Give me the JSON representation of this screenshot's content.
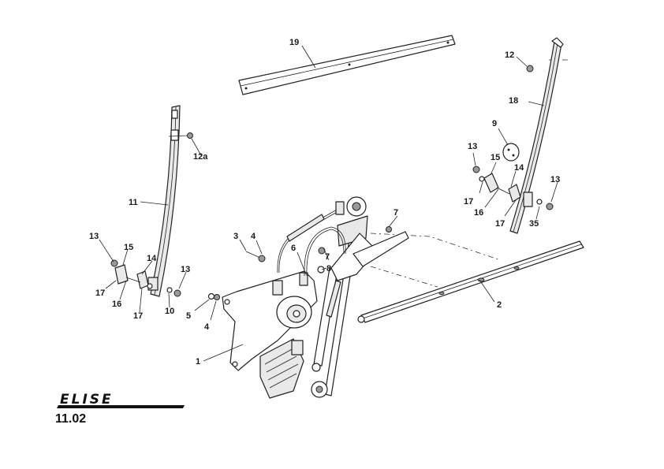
{
  "diagram": {
    "labels": {
      "p1": "1",
      "p2": "2",
      "p3": "3",
      "p4a": "4",
      "p4b": "4",
      "p5": "5",
      "p6": "6",
      "p7a": "7",
      "p7b": "7",
      "p8": "8",
      "p9": "9",
      "p10": "10",
      "p11": "11",
      "p12": "12",
      "p12a": "12a",
      "p13a": "13",
      "p13b": "13",
      "p13c": "13",
      "p13d": "13",
      "p14a": "14",
      "p14b": "14",
      "p15a": "15",
      "p15b": "15",
      "p16a": "16",
      "p16b": "16",
      "p17a": "17",
      "p17b": "17",
      "p17c": "17",
      "p17d": "17",
      "p18": "18",
      "p19": "19",
      "p35": "35"
    }
  },
  "footer": {
    "brand": "ELISE",
    "page_code": "11.02"
  }
}
